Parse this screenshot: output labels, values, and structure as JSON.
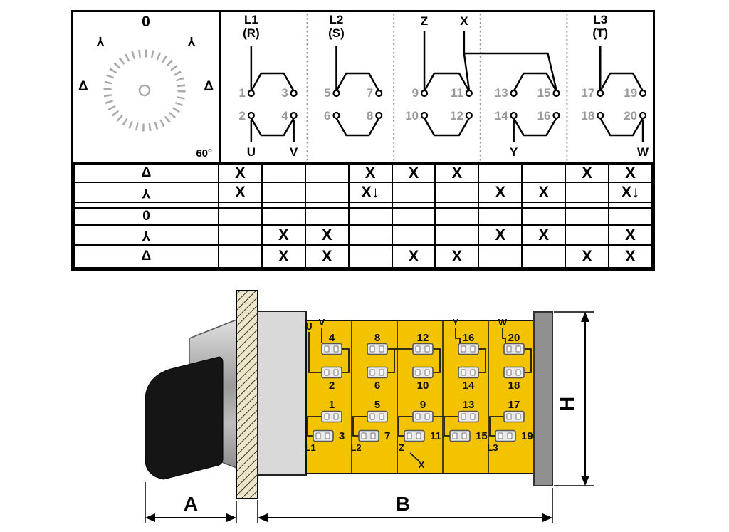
{
  "panel": {
    "dial": {
      "zero": "0",
      "star": "Y",
      "delta": "Δ",
      "angle": "60°"
    },
    "schematic": {
      "labels_top": {
        "l1": "L1",
        "l1_sub": "(R)",
        "l2": "L2",
        "l2_sub": "(S)",
        "z": "Z",
        "x": "X",
        "l3": "L3",
        "l3_sub": "(T)"
      },
      "labels_bottom": {
        "u": "U",
        "v": "V",
        "y": "Y",
        "w": "W"
      },
      "odd": [
        "1",
        "3",
        "5",
        "7",
        "9",
        "11",
        "13",
        "15",
        "17",
        "19"
      ],
      "even": [
        "2",
        "4",
        "6",
        "8",
        "10",
        "12",
        "14",
        "16",
        "18",
        "20"
      ]
    },
    "table_rows": [
      {
        "label": "Δ",
        "marks": [
          "X",
          "",
          "",
          "X",
          "X",
          "X",
          "",
          "",
          "X",
          "X"
        ]
      },
      {
        "label": "Y",
        "marks": [
          "X",
          "",
          "",
          "X↓",
          "",
          "",
          "X",
          "X",
          "",
          "X↓"
        ]
      },
      {
        "label": "",
        "marks": [
          "",
          "",
          "",
          "",
          "",
          "",
          "",
          "",
          "",
          ""
        ]
      },
      {
        "label": "0",
        "marks": [
          "",
          "",
          "",
          "",
          "",
          "",
          "",
          "",
          "",
          ""
        ]
      },
      {
        "label": "Y",
        "marks": [
          "",
          "X",
          "X",
          "",
          "",
          "",
          "X",
          "X",
          "",
          "X"
        ]
      },
      {
        "label": "Δ",
        "marks": [
          "",
          "X",
          "X",
          "",
          "X",
          "X",
          "",
          "",
          "X",
          "X"
        ]
      }
    ]
  },
  "device": {
    "row1": [
      "4",
      "8",
      "12",
      "16",
      "20"
    ],
    "row2": [
      "2",
      "6",
      "10",
      "14",
      "18"
    ],
    "row3": [
      "1",
      "5",
      "9",
      "13",
      "17"
    ],
    "row4": [
      "3",
      "7",
      "11",
      "15",
      "19"
    ],
    "labels": {
      "u": "U",
      "v": "V",
      "y": "Y",
      "w": "W",
      "l1": "L1",
      "l2": "L2",
      "z": "Z",
      "x": "X",
      "l3": "L3"
    },
    "dimensions": {
      "a": "A",
      "b": "B",
      "h": "H"
    }
  },
  "colors": {
    "terminal_block_yellow": "#F4C300",
    "schematic_number_gray": "#9A9A9A"
  }
}
